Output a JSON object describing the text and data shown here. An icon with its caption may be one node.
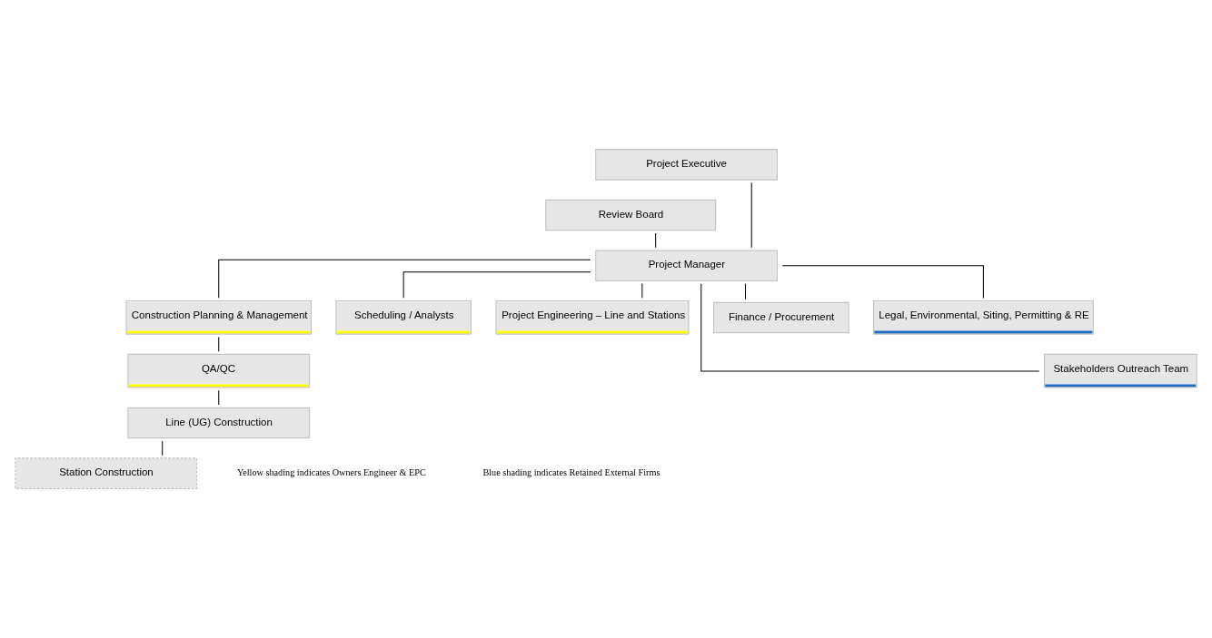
{
  "diagram": {
    "nodes": [
      {
        "text": [
          "Project Executive"
        ]
      },
      {
        "text": [
          "Review Board"
        ]
      },
      {
        "text": [
          "Project Manager"
        ]
      },
      {
        "text": [
          "Construction Planning & Management"
        ]
      },
      {
        "text": [
          "Scheduling / Analysts"
        ]
      },
      {
        "text": [
          "Project Engineering – Line and Stations"
        ]
      },
      {
        "text": [
          "Finance / Procurement"
        ]
      },
      {
        "text": [
          "Legal, Environmental, Siting, Permitting & RE"
        ]
      },
      {
        "text": [
          "QA/QC"
        ]
      },
      {
        "text": [
          "Line (UG) Construction"
        ]
      },
      {
        "text": [
          "Station Construction"
        ]
      },
      {
        "text": [
          "Stakeholders Outreach Team"
        ]
      }
    ],
    "edges": [
      {
        "from": 0,
        "to": 2,
        "arrow": "none"
      },
      {
        "from": 1,
        "to": 2,
        "arrow": "none"
      },
      {
        "from": 2,
        "to": 3,
        "arrow": "none"
      },
      {
        "from": 2,
        "to": 4,
        "arrow": "none"
      },
      {
        "from": 2,
        "to": 5,
        "arrow": "none"
      },
      {
        "from": 2,
        "to": 6,
        "arrow": "none"
      },
      {
        "from": 2,
        "to": 11,
        "arrow": "none"
      },
      {
        "from": 2,
        "to": 7,
        "arrow": "none"
      },
      {
        "from": 3,
        "to": 8,
        "arrow": "none"
      },
      {
        "from": 8,
        "to": 9,
        "arrow": "none"
      },
      {
        "from": 9,
        "to": 10,
        "arrow": "none"
      }
    ],
    "labels": [
      "Yellow shading indicates Owners Engineer & EPC",
      "Blue shading indicates Retained External Firms"
    ]
  }
}
